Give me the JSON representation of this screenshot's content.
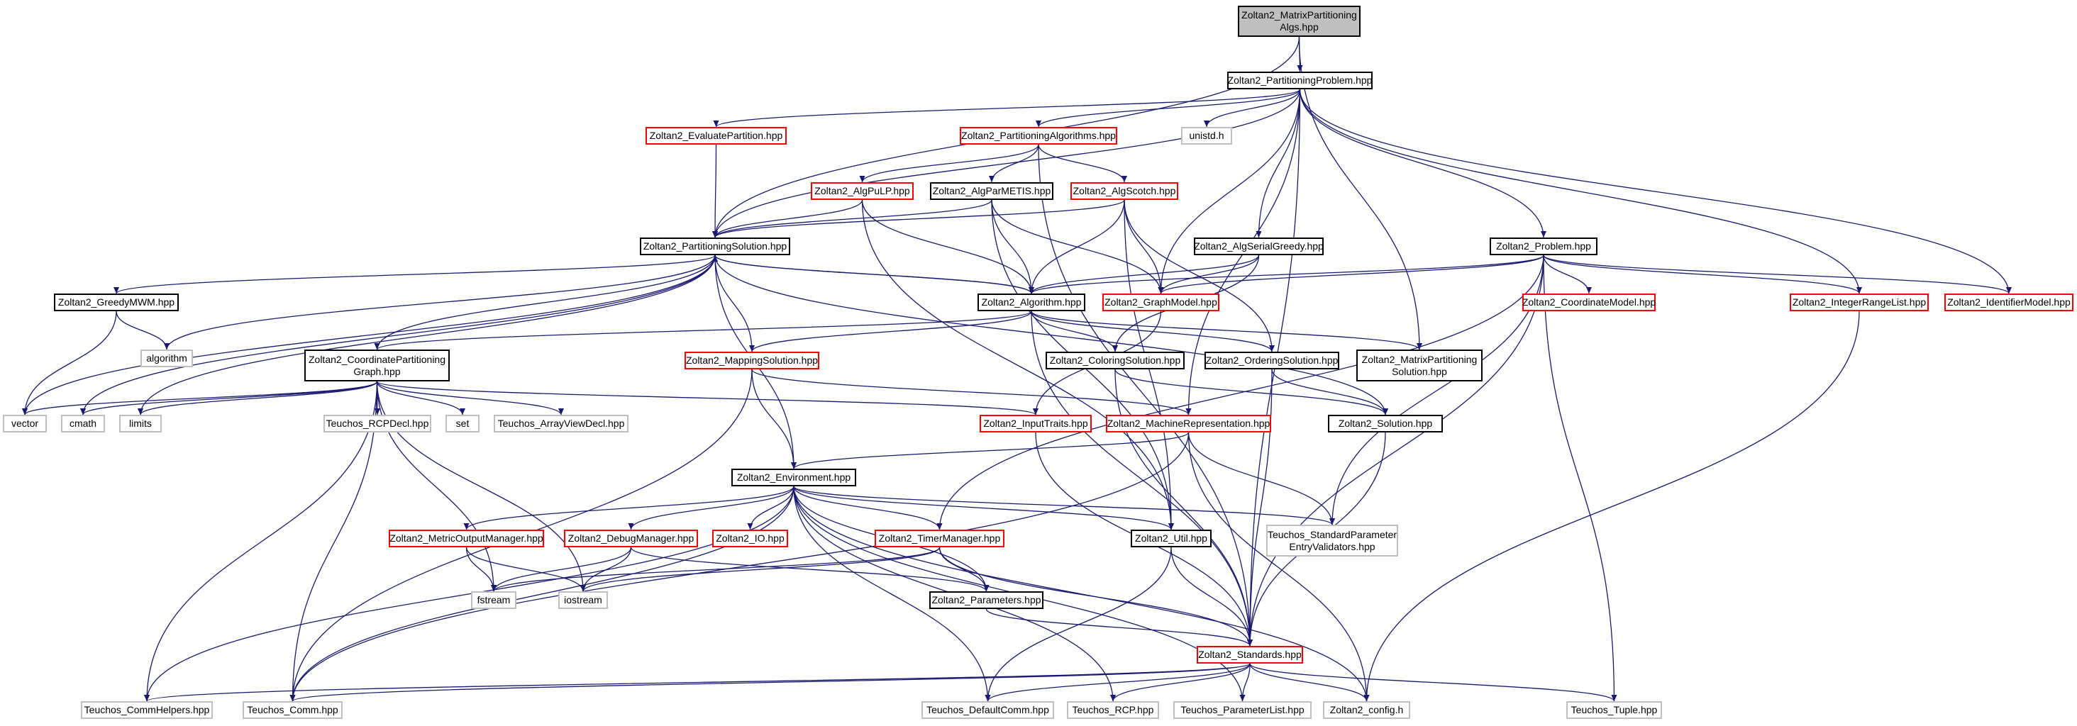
{
  "colors": {
    "edge": "#191970",
    "red_border": "#ff0000",
    "black_border": "#000000",
    "system_border": "#bfbfbf",
    "root_fill": "#bfbfbf"
  },
  "nodes": [
    {
      "id": "root",
      "lines": [
        "Zoltan2_MatrixPartitioning",
        "Algs.hpp"
      ],
      "style": "root"
    },
    {
      "id": "pp",
      "lines": [
        "Zoltan2_PartitioningProblem.hpp"
      ],
      "style": "black"
    },
    {
      "id": "ep",
      "lines": [
        "Zoltan2_EvaluatePartition.hpp"
      ],
      "style": "red"
    },
    {
      "id": "pa",
      "lines": [
        "Zoltan2_PartitioningAlgorithms.hpp"
      ],
      "style": "red"
    },
    {
      "id": "unistd",
      "lines": [
        "unistd.h"
      ],
      "style": "sys"
    },
    {
      "id": "pulp",
      "lines": [
        "Zoltan2_AlgPuLP.hpp"
      ],
      "style": "red"
    },
    {
      "id": "parmetis",
      "lines": [
        "Zoltan2_AlgParMETIS.hpp"
      ],
      "style": "black"
    },
    {
      "id": "scotch",
      "lines": [
        "Zoltan2_AlgScotch.hpp"
      ],
      "style": "red"
    },
    {
      "id": "ps",
      "lines": [
        "Zoltan2_PartitioningSolution.hpp"
      ],
      "style": "black"
    },
    {
      "id": "serialgreedy",
      "lines": [
        "Zoltan2_AlgSerialGreedy.hpp"
      ],
      "style": "black"
    },
    {
      "id": "problem",
      "lines": [
        "Zoltan2_Problem.hpp"
      ],
      "style": "black"
    },
    {
      "id": "greedymwm",
      "lines": [
        "Zoltan2_GreedyMWM.hpp"
      ],
      "style": "black"
    },
    {
      "id": "algorithm_h",
      "lines": [
        "Zoltan2_Algorithm.hpp"
      ],
      "style": "black"
    },
    {
      "id": "graphmodel",
      "lines": [
        "Zoltan2_GraphModel.hpp"
      ],
      "style": "red"
    },
    {
      "id": "coordmodel",
      "lines": [
        "Zoltan2_CoordinateModel.hpp"
      ],
      "style": "red"
    },
    {
      "id": "irl",
      "lines": [
        "Zoltan2_IntegerRangeList.hpp"
      ],
      "style": "red"
    },
    {
      "id": "idmodel",
      "lines": [
        "Zoltan2_IdentifierModel.hpp"
      ],
      "style": "red"
    },
    {
      "id": "algorithm",
      "lines": [
        "algorithm"
      ],
      "style": "sys"
    },
    {
      "id": "cpg",
      "lines": [
        "Zoltan2_CoordinatePartitioning",
        "Graph.hpp"
      ],
      "style": "black"
    },
    {
      "id": "mapsol",
      "lines": [
        "Zoltan2_MappingSolution.hpp"
      ],
      "style": "red"
    },
    {
      "id": "colsol",
      "lines": [
        "Zoltan2_ColoringSolution.hpp"
      ],
      "style": "black"
    },
    {
      "id": "ordsol",
      "lines": [
        "Zoltan2_OrderingSolution.hpp"
      ],
      "style": "black"
    },
    {
      "id": "mpsol",
      "lines": [
        "Zoltan2_MatrixPartitioning",
        "Solution.hpp"
      ],
      "style": "black"
    },
    {
      "id": "vector",
      "lines": [
        "vector"
      ],
      "style": "sys"
    },
    {
      "id": "cmath",
      "lines": [
        "cmath"
      ],
      "style": "sys"
    },
    {
      "id": "limits",
      "lines": [
        "limits"
      ],
      "style": "sys"
    },
    {
      "id": "rcpdecl",
      "lines": [
        "Teuchos_RCPDecl.hpp"
      ],
      "style": "sys"
    },
    {
      "id": "set",
      "lines": [
        "set"
      ],
      "style": "sys"
    },
    {
      "id": "avdecl",
      "lines": [
        "Teuchos_ArrayViewDecl.hpp"
      ],
      "style": "sys"
    },
    {
      "id": "inputtraits",
      "lines": [
        "Zoltan2_InputTraits.hpp"
      ],
      "style": "red"
    },
    {
      "id": "machrep",
      "lines": [
        "Zoltan2_MachineRepresentation.hpp"
      ],
      "style": "red"
    },
    {
      "id": "solution",
      "lines": [
        "Zoltan2_Solution.hpp"
      ],
      "style": "black"
    },
    {
      "id": "env",
      "lines": [
        "Zoltan2_Environment.hpp"
      ],
      "style": "black"
    },
    {
      "id": "metricout",
      "lines": [
        "Zoltan2_MetricOutputManager.hpp"
      ],
      "style": "red"
    },
    {
      "id": "debugmgr",
      "lines": [
        "Zoltan2_DebugManager.hpp"
      ],
      "style": "red"
    },
    {
      "id": "io",
      "lines": [
        "Zoltan2_IO.hpp"
      ],
      "style": "red"
    },
    {
      "id": "timer",
      "lines": [
        "Zoltan2_TimerManager.hpp"
      ],
      "style": "red"
    },
    {
      "id": "util",
      "lines": [
        "Zoltan2_Util.hpp"
      ],
      "style": "black"
    },
    {
      "id": "spev",
      "lines": [
        "Teuchos_StandardParameter",
        "EntryValidators.hpp"
      ],
      "style": "sys"
    },
    {
      "id": "fstream",
      "lines": [
        "fstream"
      ],
      "style": "sys"
    },
    {
      "id": "iostream",
      "lines": [
        "iostream"
      ],
      "style": "sys"
    },
    {
      "id": "params",
      "lines": [
        "Zoltan2_Parameters.hpp"
      ],
      "style": "black"
    },
    {
      "id": "standards",
      "lines": [
        "Zoltan2_Standards.hpp"
      ],
      "style": "red"
    },
    {
      "id": "commhelpers",
      "lines": [
        "Teuchos_CommHelpers.hpp"
      ],
      "style": "sys"
    },
    {
      "id": "comm",
      "lines": [
        "Teuchos_Comm.hpp"
      ],
      "style": "sys"
    },
    {
      "id": "defcomm",
      "lines": [
        "Teuchos_DefaultComm.hpp"
      ],
      "style": "sys"
    },
    {
      "id": "rcp",
      "lines": [
        "Teuchos_RCP.hpp"
      ],
      "style": "sys"
    },
    {
      "id": "plist",
      "lines": [
        "Teuchos_ParameterList.hpp"
      ],
      "style": "sys"
    },
    {
      "id": "config",
      "lines": [
        "Zoltan2_config.h"
      ],
      "style": "sys"
    },
    {
      "id": "tuple",
      "lines": [
        "Teuchos_Tuple.hpp"
      ],
      "style": "sys"
    }
  ],
  "edges": [
    [
      "root",
      "pp"
    ],
    [
      "root",
      "ps"
    ],
    [
      "root",
      "mpsol"
    ],
    [
      "pp",
      "ep"
    ],
    [
      "pp",
      "pa"
    ],
    [
      "pp",
      "unistd"
    ],
    [
      "pp",
      "ps"
    ],
    [
      "pp",
      "graphmodel"
    ],
    [
      "pp",
      "serialgreedy"
    ],
    [
      "pp",
      "problem"
    ],
    [
      "pp",
      "irl"
    ],
    [
      "pp",
      "idmodel"
    ],
    [
      "pp",
      "machrep"
    ],
    [
      "pp",
      "standards"
    ],
    [
      "ep",
      "ps"
    ],
    [
      "pa",
      "pulp"
    ],
    [
      "pa",
      "parmetis"
    ],
    [
      "pa",
      "scotch"
    ],
    [
      "pa",
      "standards"
    ],
    [
      "pulp",
      "ps"
    ],
    [
      "pulp",
      "algorithm_h"
    ],
    [
      "pulp",
      "util"
    ],
    [
      "parmetis",
      "ps"
    ],
    [
      "parmetis",
      "algorithm_h"
    ],
    [
      "parmetis",
      "graphmodel"
    ],
    [
      "parmetis",
      "util"
    ],
    [
      "scotch",
      "ps"
    ],
    [
      "scotch",
      "algorithm_h"
    ],
    [
      "scotch",
      "graphmodel"
    ],
    [
      "scotch",
      "ordsol"
    ],
    [
      "scotch",
      "util"
    ],
    [
      "ps",
      "greedymwm"
    ],
    [
      "ps",
      "algorithm"
    ],
    [
      "ps",
      "vector"
    ],
    [
      "ps",
      "cmath"
    ],
    [
      "ps",
      "limits"
    ],
    [
      "ps",
      "cpg"
    ],
    [
      "ps",
      "algorithm_h"
    ],
    [
      "ps",
      "env"
    ],
    [
      "ps",
      "solution"
    ],
    [
      "serialgreedy",
      "algorithm_h"
    ],
    [
      "serialgreedy",
      "graphmodel"
    ],
    [
      "serialgreedy",
      "colsol"
    ],
    [
      "problem",
      "algorithm_h"
    ],
    [
      "problem",
      "graphmodel"
    ],
    [
      "problem",
      "coordmodel"
    ],
    [
      "problem",
      "irl"
    ],
    [
      "problem",
      "idmodel"
    ],
    [
      "problem",
      "timer"
    ],
    [
      "problem",
      "spev"
    ],
    [
      "problem",
      "standards"
    ],
    [
      "problem",
      "tuple"
    ],
    [
      "greedymwm",
      "algorithm"
    ],
    [
      "greedymwm",
      "vector"
    ],
    [
      "algorithm_h",
      "ps"
    ],
    [
      "algorithm_h",
      "cpg"
    ],
    [
      "algorithm_h",
      "mapsol"
    ],
    [
      "algorithm_h",
      "colsol"
    ],
    [
      "algorithm_h",
      "ordsol"
    ],
    [
      "algorithm_h",
      "mpsol"
    ],
    [
      "algorithm_h",
      "standards"
    ],
    [
      "graphmodel",
      "inputtraits"
    ],
    [
      "irl",
      "config"
    ],
    [
      "cpg",
      "vector"
    ],
    [
      "cpg",
      "cmath"
    ],
    [
      "cpg",
      "limits"
    ],
    [
      "cpg",
      "rcpdecl"
    ],
    [
      "cpg",
      "set"
    ],
    [
      "cpg",
      "avdecl"
    ],
    [
      "cpg",
      "inputtraits"
    ],
    [
      "cpg",
      "fstream"
    ],
    [
      "cpg",
      "iostream"
    ],
    [
      "cpg",
      "comm"
    ],
    [
      "cpg",
      "commhelpers"
    ],
    [
      "mapsol",
      "ps"
    ],
    [
      "mapsol",
      "env"
    ],
    [
      "mapsol",
      "machrep"
    ],
    [
      "mapsol",
      "comm"
    ],
    [
      "colsol",
      "solution"
    ],
    [
      "colsol",
      "standards"
    ],
    [
      "ordsol",
      "solution"
    ],
    [
      "ordsol",
      "standards"
    ],
    [
      "inputtraits",
      "standards"
    ],
    [
      "machrep",
      "env"
    ],
    [
      "machrep",
      "spev"
    ],
    [
      "machrep",
      "config"
    ],
    [
      "machrep",
      "comm"
    ],
    [
      "solution",
      "standards"
    ],
    [
      "env",
      "metricout"
    ],
    [
      "env",
      "debugmgr"
    ],
    [
      "env",
      "io"
    ],
    [
      "env",
      "timer"
    ],
    [
      "env",
      "util"
    ],
    [
      "env",
      "spev"
    ],
    [
      "env",
      "params"
    ],
    [
      "env",
      "commhelpers"
    ],
    [
      "env",
      "comm"
    ],
    [
      "env",
      "defcomm"
    ],
    [
      "env",
      "rcp"
    ],
    [
      "env",
      "plist"
    ],
    [
      "env",
      "config"
    ],
    [
      "metricout",
      "fstream"
    ],
    [
      "metricout",
      "iostream"
    ],
    [
      "debugmgr",
      "fstream"
    ],
    [
      "debugmgr",
      "iostream"
    ],
    [
      "debugmgr",
      "params"
    ],
    [
      "timer",
      "fstream"
    ],
    [
      "timer",
      "iostream"
    ],
    [
      "timer",
      "params"
    ],
    [
      "timer",
      "standards"
    ],
    [
      "util",
      "standards"
    ],
    [
      "util",
      "defcomm"
    ],
    [
      "params",
      "standards"
    ],
    [
      "standards",
      "commhelpers"
    ],
    [
      "standards",
      "comm"
    ],
    [
      "standards",
      "defcomm"
    ],
    [
      "standards",
      "rcp"
    ],
    [
      "standards",
      "plist"
    ],
    [
      "standards",
      "config"
    ],
    [
      "standards",
      "tuple"
    ]
  ]
}
